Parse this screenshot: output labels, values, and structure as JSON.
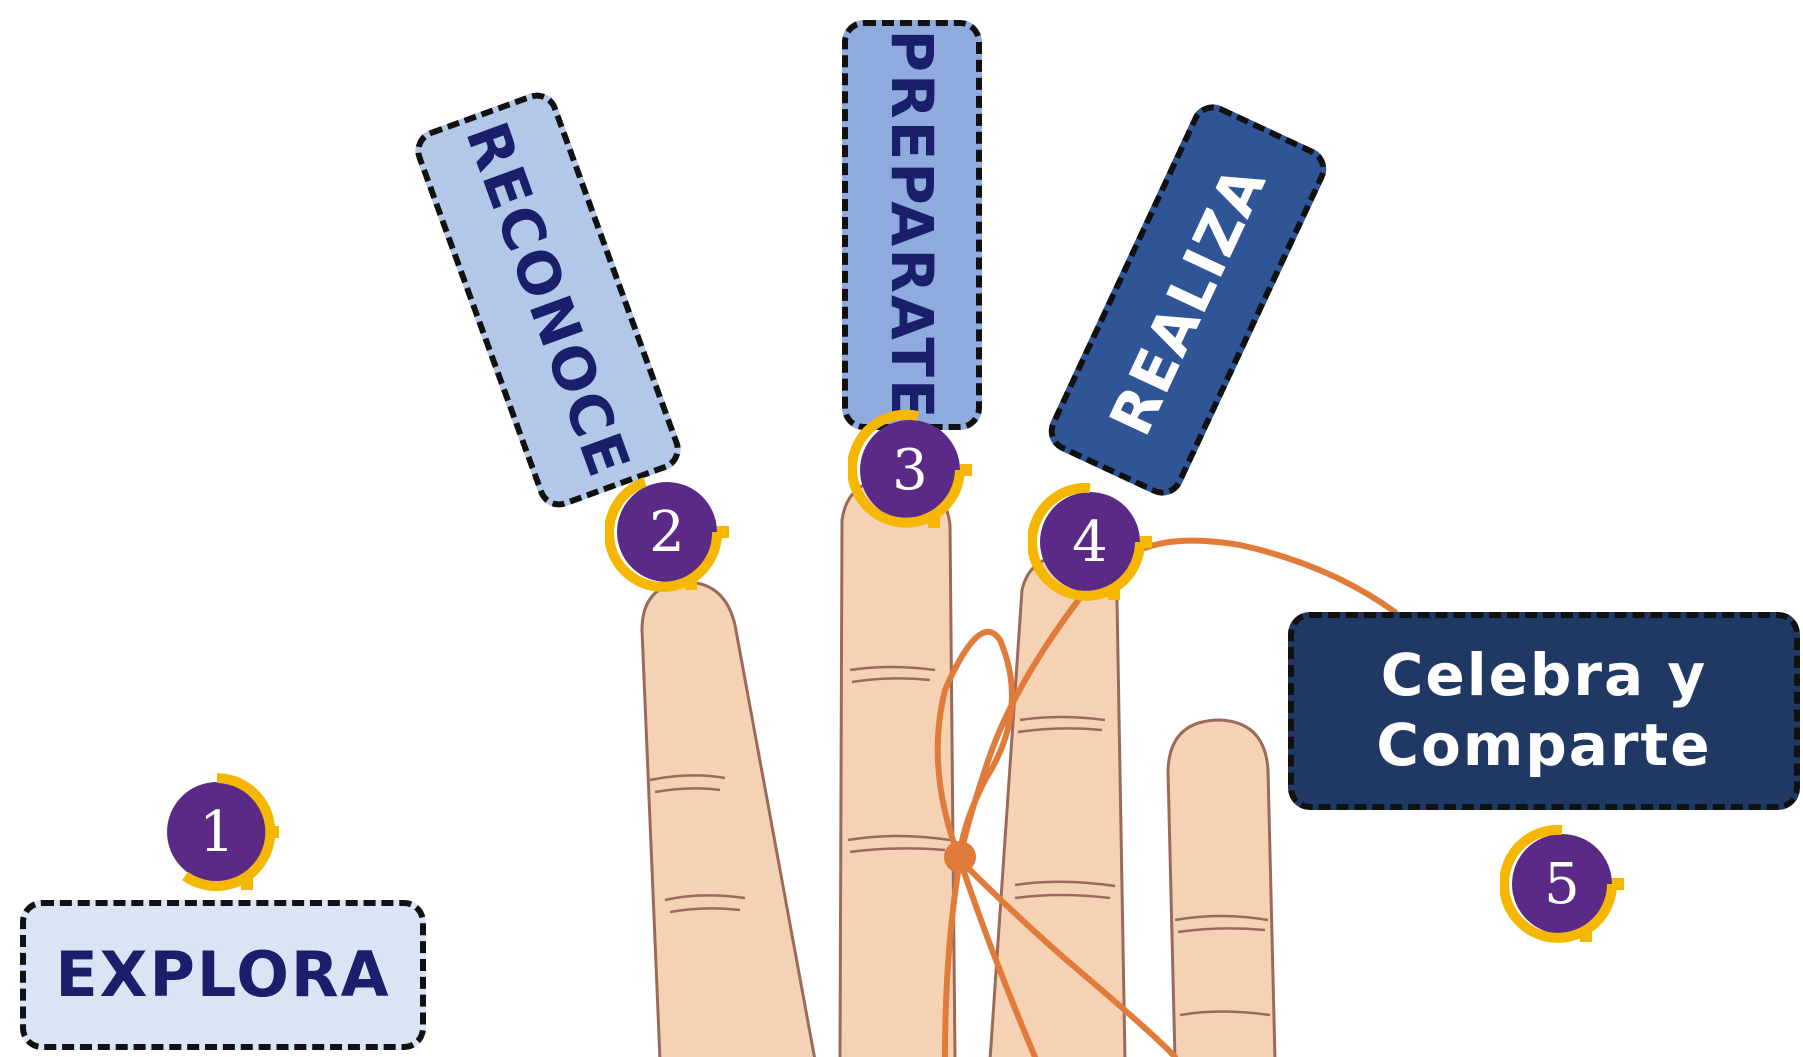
{
  "colors": {
    "explora_bg": "#d9e4f5",
    "reconoce_bg": "#b3c7e8",
    "preparate_bg": "#8faadc",
    "realiza_bg": "#2f5597",
    "celebra_bg": "#1f3864",
    "dark_text": "#1a1f6b",
    "light_text": "#ffffff",
    "badge_fill": "#5b2a86",
    "badge_ring": "#f5b700",
    "skin": "#f6d2b4",
    "skin_outline": "#9a6a5a",
    "string": "#e07b39"
  },
  "steps": [
    {
      "number": "1",
      "label": "EXPLORA"
    },
    {
      "number": "2",
      "label": "RECONOCE"
    },
    {
      "number": "3",
      "label": "PREPARATE"
    },
    {
      "number": "4",
      "label": "REALIZA"
    },
    {
      "number": "5",
      "label_line1": "Celebra y",
      "label_line2": "Comparte"
    }
  ]
}
